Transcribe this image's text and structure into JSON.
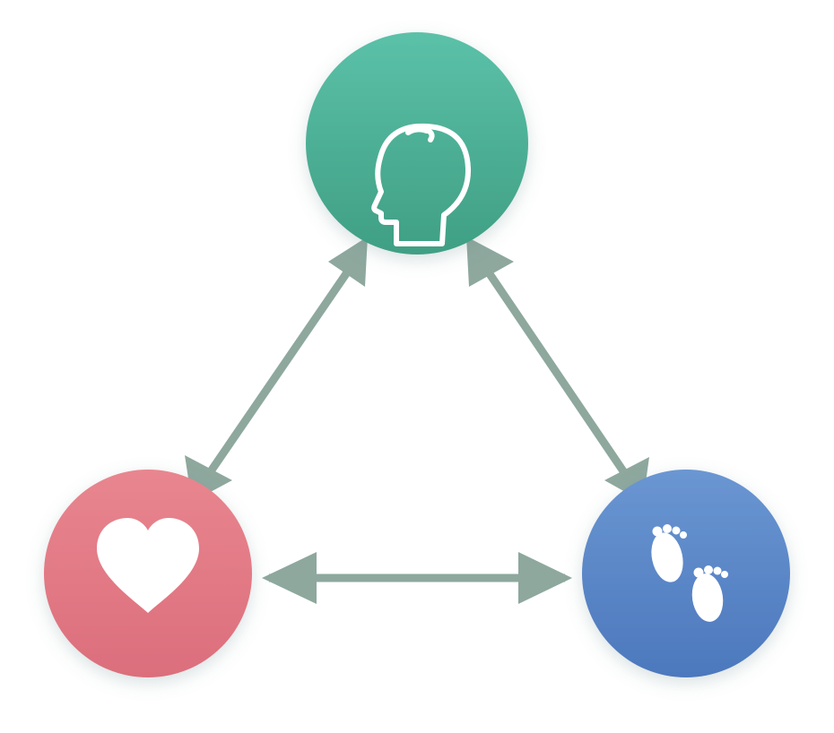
{
  "diagram": {
    "nodes": [
      {
        "id": "mind",
        "icon": "head-icon",
        "color_top": "#5bc1a8",
        "color_bottom": "#3f9f84"
      },
      {
        "id": "heart",
        "icon": "heart-icon",
        "color_top": "#e8868f",
        "color_bottom": "#dc6e7c"
      },
      {
        "id": "body",
        "icon": "footprints-icon",
        "color_top": "#6a96d2",
        "color_bottom": "#4c78bd"
      }
    ],
    "edges": [
      {
        "from": "mind",
        "to": "heart",
        "direction": "both"
      },
      {
        "from": "mind",
        "to": "body",
        "direction": "both"
      },
      {
        "from": "heart",
        "to": "body",
        "direction": "both"
      }
    ],
    "arrow_color": "#8ea89e"
  }
}
